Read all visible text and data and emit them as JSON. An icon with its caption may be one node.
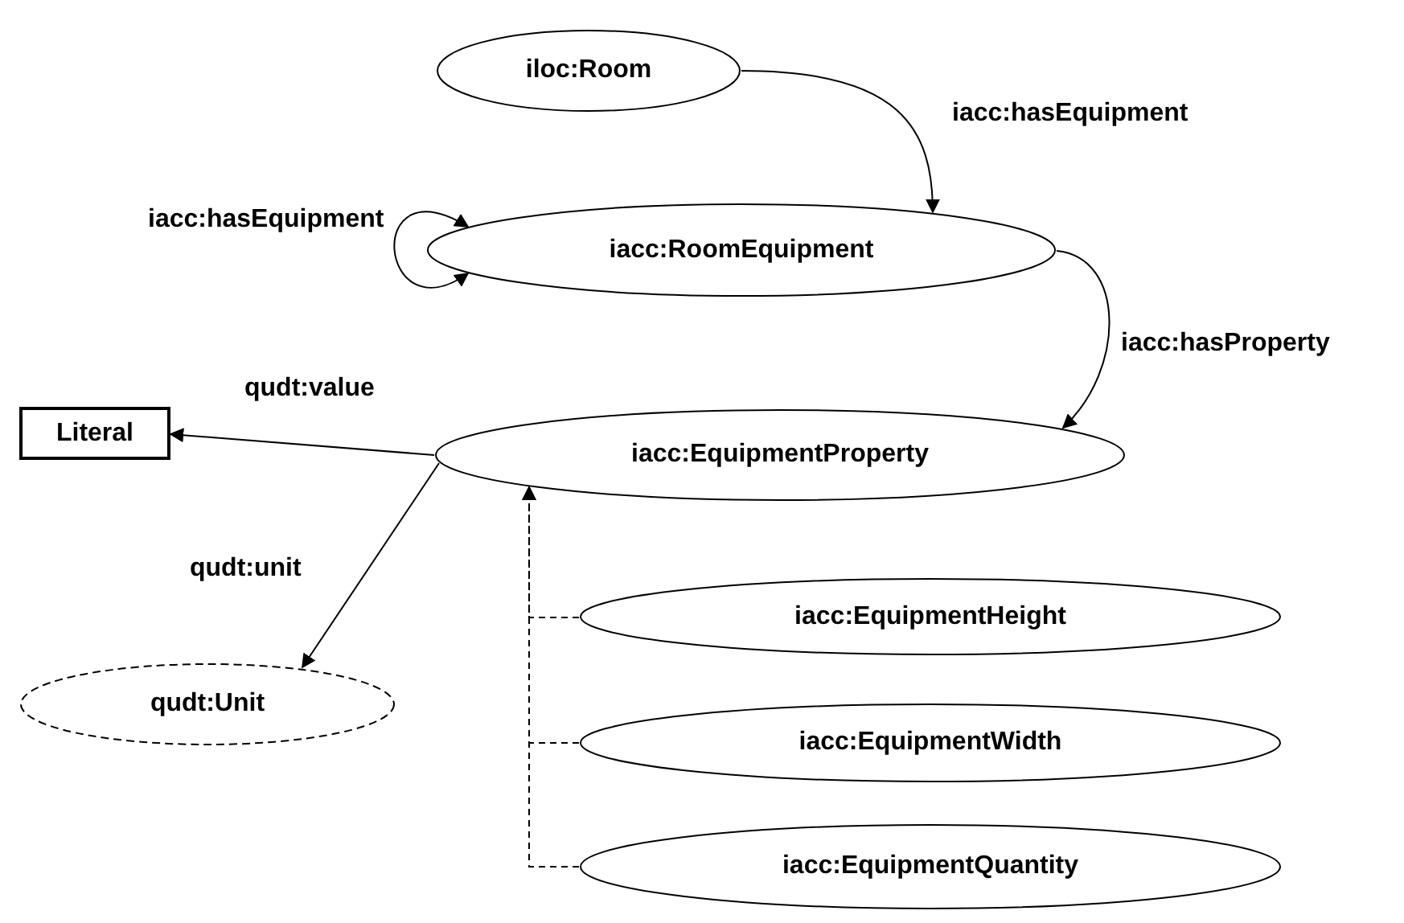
{
  "diagram": {
    "nodes": [
      {
        "text": [
          "iloc:Room"
        ]
      },
      {
        "text": [
          "iacc:RoomEquipment"
        ]
      },
      {
        "text": [
          "Literal"
        ]
      },
      {
        "text": [
          "iacc:EquipmentProperty"
        ]
      },
      {
        "text": [
          "qudt:Unit"
        ]
      },
      {
        "text": [
          "iacc:EquipmentHeight"
        ]
      },
      {
        "text": [
          "iacc:EquipmentWidth"
        ]
      },
      {
        "text": [
          "iacc:EquipmentQuantity"
        ]
      }
    ],
    "edges": [
      {
        "from": 0,
        "to": 1,
        "arrow": "to",
        "label": "iacc:hasEquipment"
      },
      {
        "from": 1,
        "to": 1,
        "arrow": "both",
        "label": "iacc:hasEquipment"
      },
      {
        "from": 1,
        "to": 3,
        "arrow": "to",
        "label": "iacc:hasProperty"
      },
      {
        "from": 3,
        "to": 2,
        "arrow": "to",
        "label": "qudt:value"
      },
      {
        "from": 3,
        "to": 4,
        "arrow": "to",
        "label": "qudt:unit"
      },
      {
        "from": 5,
        "to": 3,
        "arrow": "to",
        "style": "dashed"
      },
      {
        "from": 6,
        "to": 3,
        "arrow": "to",
        "style": "dashed"
      },
      {
        "from": 7,
        "to": 3,
        "arrow": "to",
        "style": "dashed"
      }
    ]
  }
}
